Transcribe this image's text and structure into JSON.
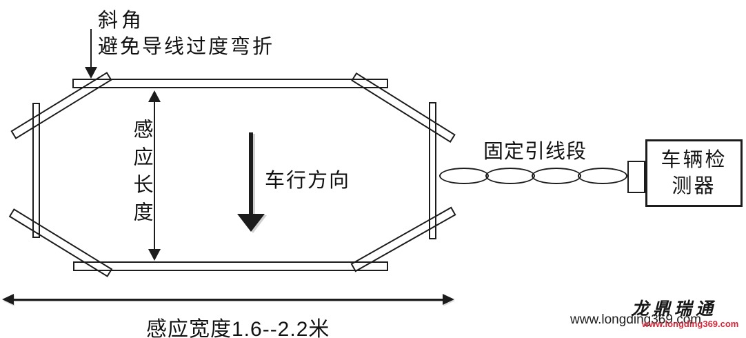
{
  "colors": {
    "line": "#1c1c1c",
    "background": "#ffffff",
    "arrow_shadow": "#aaaaaa",
    "watermark_red": "#d4283a",
    "watermark_black": "#1c1c1c"
  },
  "annotations": {
    "bevel_title": "斜角",
    "bevel_note": "避免导线过度弯折",
    "induction_length": "感应长度",
    "vehicle_direction": "车行方向",
    "fixed_lead": "固定引线段",
    "induction_width": "感应宽度1.6--2.2米"
  },
  "detector": {
    "line1": "车辆检",
    "line2": "测器"
  },
  "watermark": {
    "brand": "龙鼎瑞通",
    "url_black": "www.longding369.com",
    "url_red": "www.longding369.com"
  }
}
